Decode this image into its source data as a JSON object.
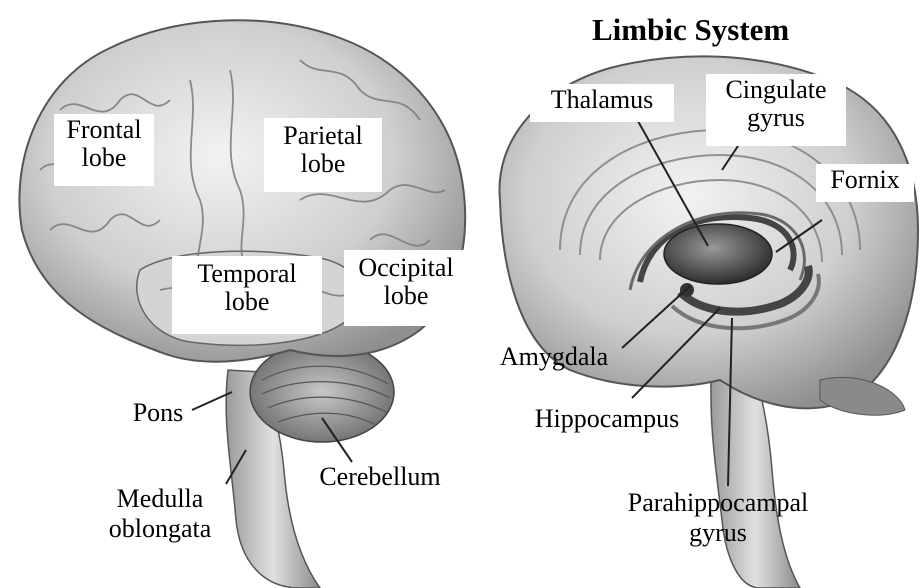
{
  "left_diagram": {
    "labels": {
      "frontal": "Frontal\nlobe",
      "parietal": "Parietal\nlobe",
      "temporal": "Temporal\nlobe",
      "occipital": "Occipital\nlobe",
      "pons": "Pons",
      "cerebellum": "Cerebellum",
      "medulla": "Medulla\noblongata"
    }
  },
  "right_diagram": {
    "title": "Limbic System",
    "labels": {
      "thalamus": "Thalamus",
      "cingulate": "Cingulate\ngyrus",
      "fornix": "Fornix",
      "amygdala": "Amygdala",
      "hippocampus": "Hippocampus",
      "parahippocampal": "Parahippocampal\ngyrus"
    }
  },
  "colors": {
    "brain_fill": "#d9d9d9",
    "brain_shade": "#a6a6a6",
    "line": "#222222",
    "label_bg": "#ffffff"
  }
}
